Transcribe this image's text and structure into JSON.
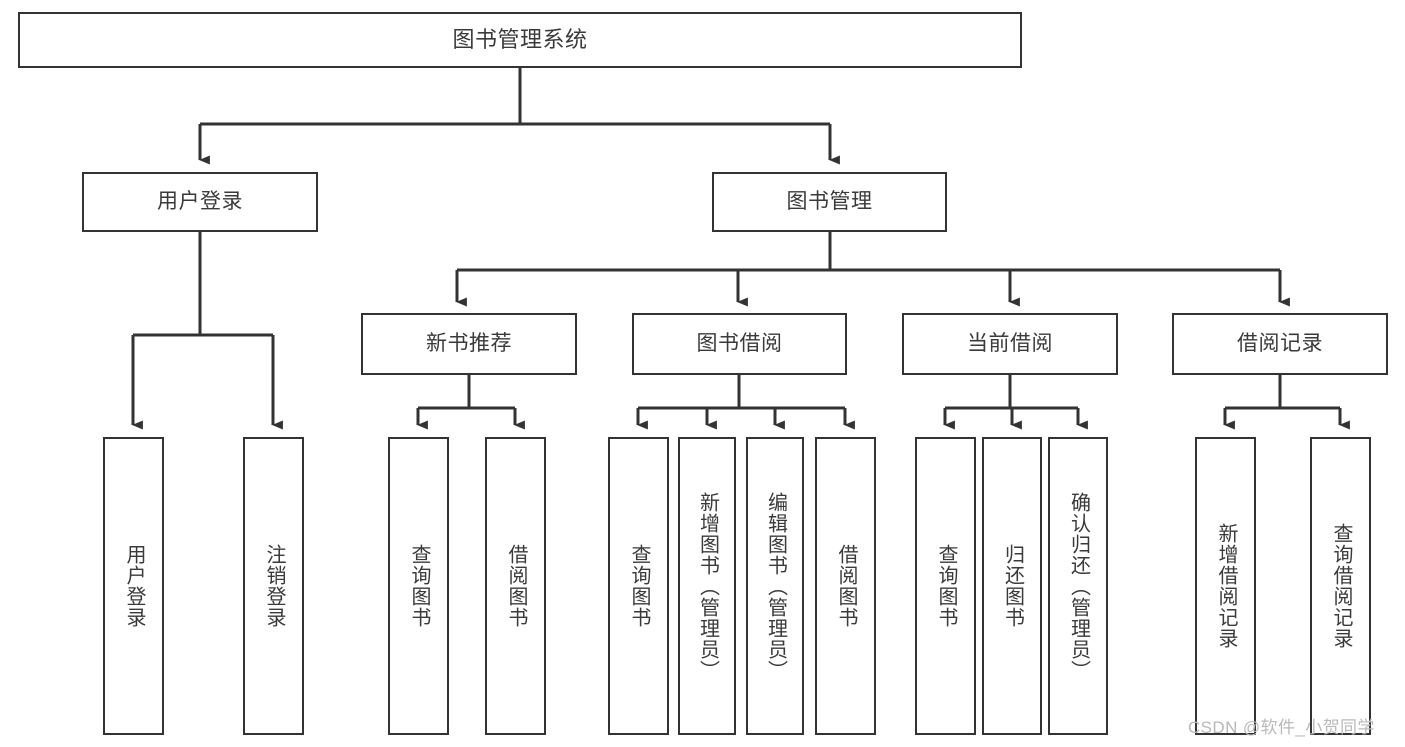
{
  "diagram": {
    "title": "图书管理系统",
    "type": "hierarchy-tree",
    "watermark": "CSDN @软件_小贺同学",
    "colors": {
      "box_border": "#333333",
      "box_fill": "#ffffff",
      "text": "#3a3a3a",
      "connector": "#333333",
      "watermark": "#b9b9b9",
      "background": "#ffffff"
    },
    "root": {
      "label": "图书管理系统"
    },
    "level2": [
      {
        "id": "user-login",
        "label": "用户登录"
      },
      {
        "id": "book-management",
        "label": "图书管理"
      }
    ],
    "level3": [
      {
        "id": "new-book-recommend",
        "label": "新书推荐",
        "parent": "book-management"
      },
      {
        "id": "book-borrow",
        "label": "图书借阅",
        "parent": "book-management"
      },
      {
        "id": "current-borrow",
        "label": "当前借阅",
        "parent": "book-management"
      },
      {
        "id": "borrow-record",
        "label": "借阅记录",
        "parent": "book-management"
      }
    ],
    "leaves": {
      "user-login": [
        {
          "id": "leaf-user-login",
          "label": "用户登录"
        },
        {
          "id": "leaf-user-logout",
          "label": "注销登录"
        }
      ],
      "new-book-recommend": [
        {
          "id": "leaf-query-book-1",
          "label": "查询图书"
        },
        {
          "id": "leaf-borrow-book-1",
          "label": "借阅图书"
        }
      ],
      "book-borrow": [
        {
          "id": "leaf-query-book-2",
          "label": "查询图书"
        },
        {
          "id": "leaf-add-book",
          "label": "新增图书（管理员）"
        },
        {
          "id": "leaf-edit-book",
          "label": "编辑图书（管理员）"
        },
        {
          "id": "leaf-borrow-book-2",
          "label": "借阅图书"
        }
      ],
      "current-borrow": [
        {
          "id": "leaf-query-book-3",
          "label": "查询图书"
        },
        {
          "id": "leaf-return-book",
          "label": "归还图书"
        },
        {
          "id": "leaf-confirm-return",
          "label": "确认归还（管理员）"
        }
      ],
      "borrow-record": [
        {
          "id": "leaf-add-record",
          "label": "新增借阅记录"
        },
        {
          "id": "leaf-query-record",
          "label": "查询借阅记录"
        }
      ]
    }
  }
}
